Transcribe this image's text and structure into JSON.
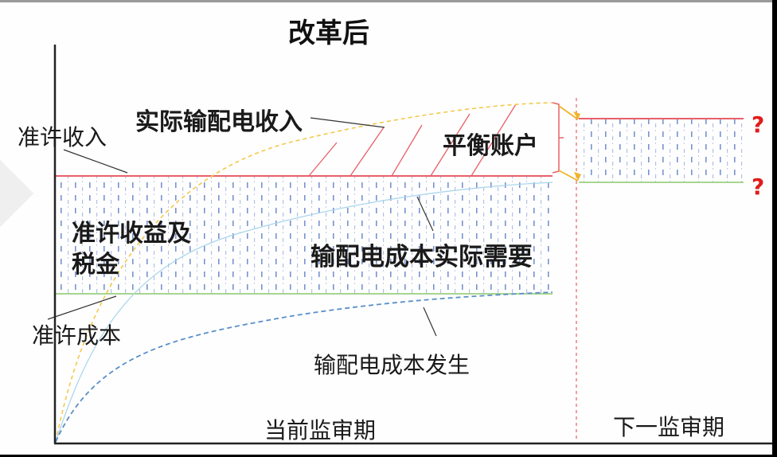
{
  "title": "改革后",
  "labels": {
    "allowed_revenue": "准许收入",
    "actual_revenue": "实际输配电收入",
    "balance_account": "平衡账户",
    "allowed_return_tax_line1": "准许收益及",
    "allowed_return_tax_line2": "税金",
    "actual_cost_need": "输配电成本实际需要",
    "allowed_cost": "准许成本",
    "cost_incurred": "输配电成本发生",
    "current_period": "当前监审期",
    "next_period": "下一监审期",
    "question_top": "?",
    "question_bottom": "?"
  },
  "colors": {
    "allowed_revenue_line": "#e8606a",
    "allowed_cost_line": "#8bc76a",
    "actual_revenue_curve": "#f5c84a",
    "cost_need_curve": "#a8d4ec",
    "cost_incurred_curve": "#5b8fc9",
    "hatch": "#e8606a",
    "fill_dots": "#4a6fc0",
    "period_divider": "#e8606a",
    "question": "#e11b1b",
    "axis": "#222222"
  }
}
